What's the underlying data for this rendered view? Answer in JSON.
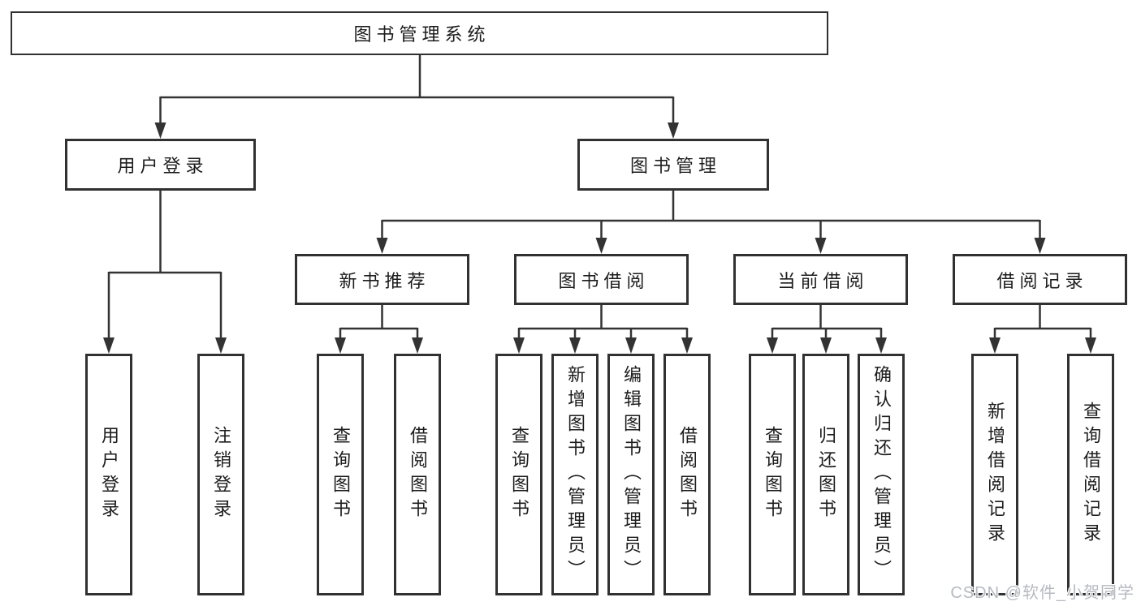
{
  "colors": {
    "line": "#333333",
    "box_border": "#313131",
    "text": "#1c1c1c",
    "background": "#ffffff",
    "watermark": "#b6bac1"
  },
  "tree": {
    "label": "图书管理系统",
    "children": [
      {
        "label": "用户登录",
        "children": [
          {
            "label": "用户登录"
          },
          {
            "label": "注销登录"
          }
        ]
      },
      {
        "label": "图书管理",
        "children": [
          {
            "label": "新书推荐",
            "children": [
              {
                "label": "查询图书"
              },
              {
                "label": "借阅图书"
              }
            ]
          },
          {
            "label": "图书借阅",
            "children": [
              {
                "label": "查询图书"
              },
              {
                "label": "新增图书（管理员）"
              },
              {
                "label": "编辑图书（管理员）"
              },
              {
                "label": "借阅图书"
              }
            ]
          },
          {
            "label": "当前借阅",
            "children": [
              {
                "label": "查询图书"
              },
              {
                "label": "归还图书"
              },
              {
                "label": "确认归还（管理员）"
              }
            ]
          },
          {
            "label": "借阅记录",
            "children": [
              {
                "label": "新增借阅记录"
              },
              {
                "label": "查询借阅记录"
              }
            ]
          }
        ]
      }
    ]
  },
  "watermark": {
    "text": "CSDN @软件_小贺同学"
  }
}
